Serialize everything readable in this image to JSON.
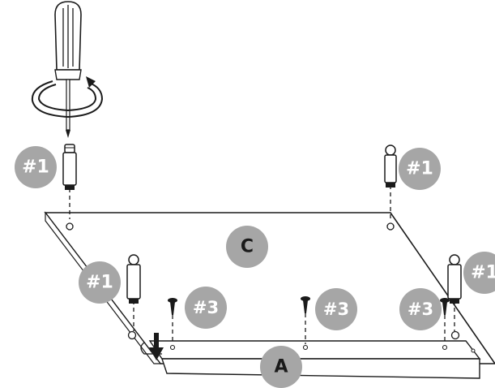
{
  "colors": {
    "badge_fill": "#a6a6a6",
    "line": "#1a1a1a",
    "part_fill": "#ffffff"
  },
  "panel": {
    "label": "C"
  },
  "rail": {
    "label": "A"
  },
  "callouts": [
    {
      "id": "top-left",
      "label": "#1"
    },
    {
      "id": "top-right",
      "label": "#1"
    },
    {
      "id": "mid-left",
      "label": "#1"
    },
    {
      "id": "right-edge",
      "label": "#1"
    },
    {
      "id": "screw-left",
      "label": "#3"
    },
    {
      "id": "screw-middle",
      "label": "#3"
    },
    {
      "id": "screw-right",
      "label": "#3"
    }
  ],
  "icons": {
    "screwdriver": "screwdriver-icon",
    "rotate": "rotate-arrow-icon",
    "push_arrow": "down-arrow-icon"
  }
}
